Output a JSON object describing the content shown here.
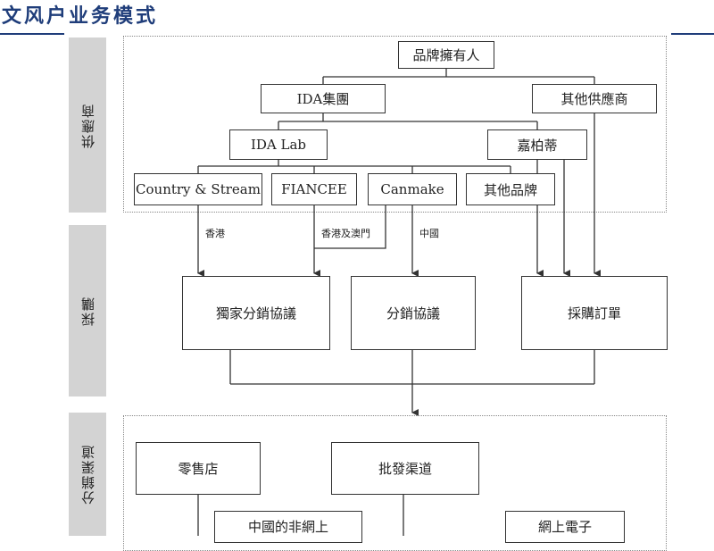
{
  "page_title": "文风户业务模式",
  "sections": {
    "supplier": "供應商",
    "procurement": "採購",
    "distribution": "分銷渠道"
  },
  "nodes": {
    "brand_owner": "品牌擁有人",
    "ida_group": "IDA集團",
    "other_suppliers": "其他供應商",
    "ida_lab": "IDA Lab",
    "kao": "嘉柏蒂",
    "country_stream": "Country & Stream",
    "fiancee": "FIANCEE",
    "canmake": "Canmake",
    "other_brands": "其他品牌",
    "exclusive_agreement": "獨家分銷協議",
    "distribution_agreement": "分銷協議",
    "purchase_order": "採購訂單",
    "retail_store": "零售店",
    "wholesale_channel": "批發渠道",
    "china_offline": "中國的非網上",
    "online_ecommerce": "網上電子"
  },
  "edge_labels": {
    "hongkong": "香港",
    "hk_macau": "香港及澳門",
    "china": "中國"
  }
}
